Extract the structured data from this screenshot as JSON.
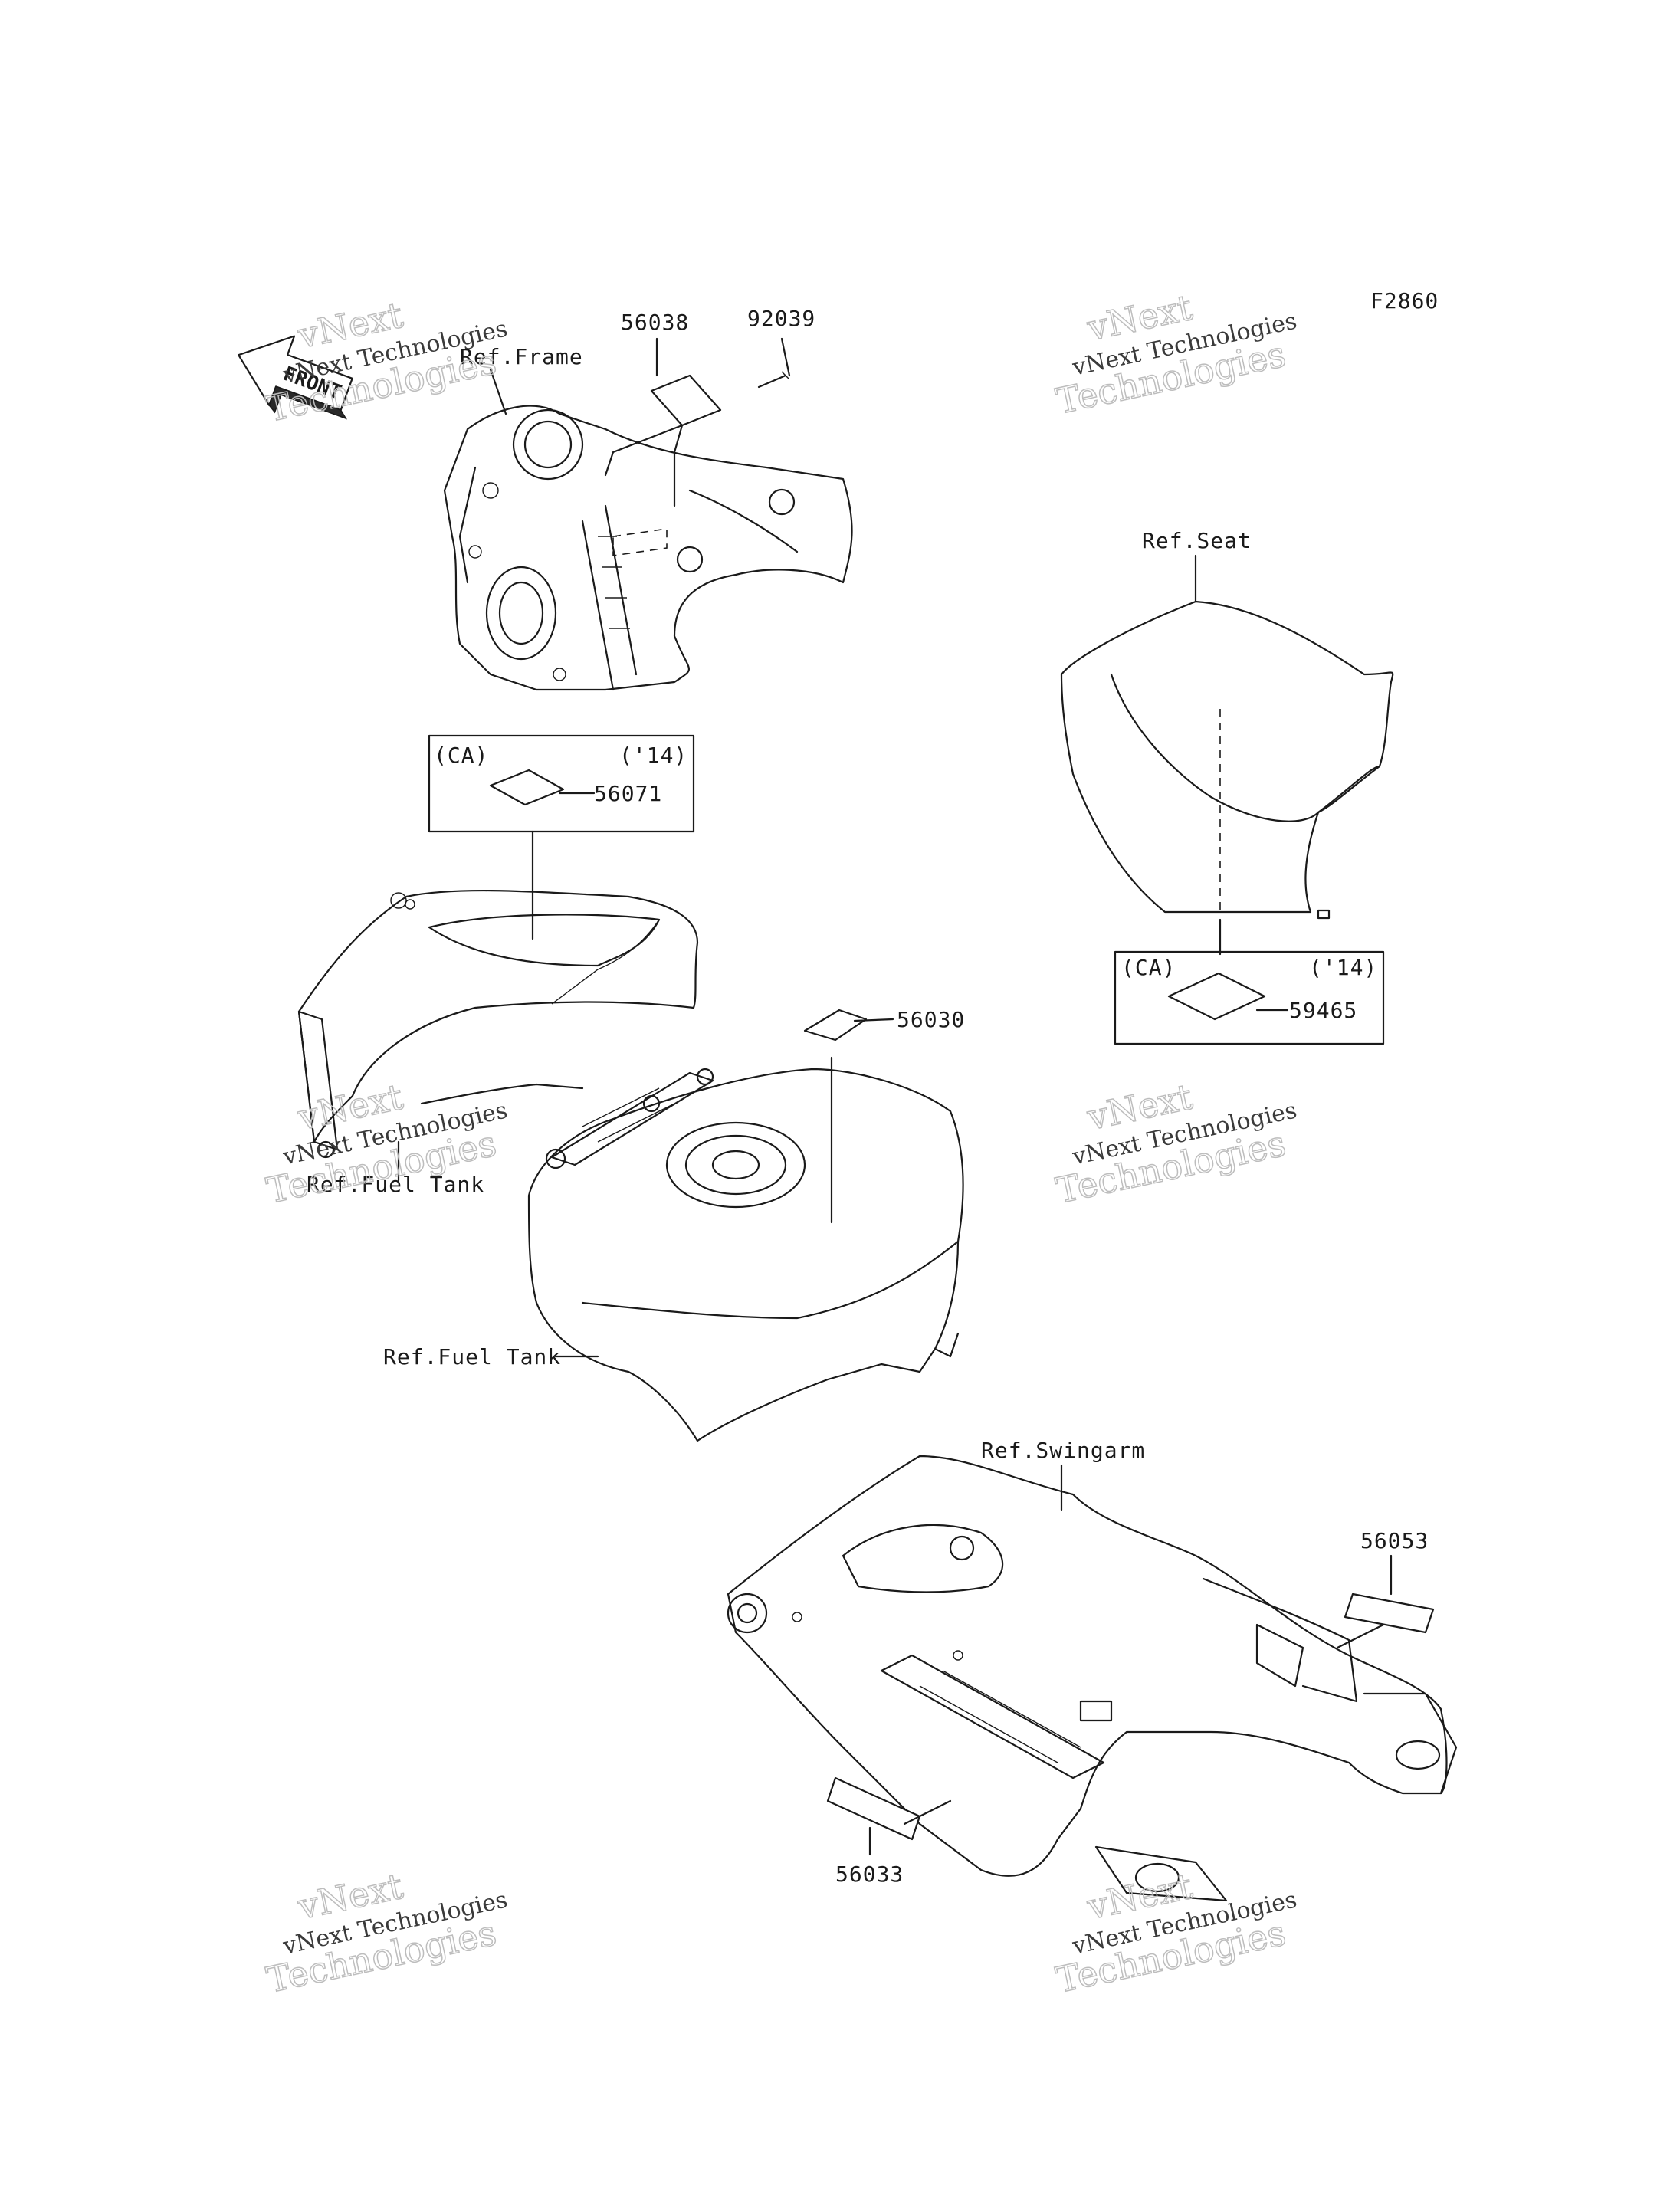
{
  "figure_code": "F2860",
  "front_marker": "FRONT",
  "references": {
    "frame": "Ref.Frame",
    "seat": "Ref.Seat",
    "fuel_tank_cover": "Ref.Fuel Tank",
    "fuel_tank": "Ref.Fuel Tank",
    "swingarm": "Ref.Swingarm"
  },
  "parts": {
    "p56038": "56038",
    "p92039": "92039",
    "p56071": "56071",
    "p56030": "56030",
    "p59465": "59465",
    "p56053": "56053",
    "p56033": "56033"
  },
  "callout_boxes": {
    "tank_label_box": {
      "region": "(CA)",
      "year": "('14)"
    },
    "seat_label_box": {
      "region": "(CA)",
      "year": "('14)"
    }
  },
  "watermark": {
    "line1": "vNext Technologies",
    "line2a": "vNext",
    "line2b": "Technologies"
  }
}
